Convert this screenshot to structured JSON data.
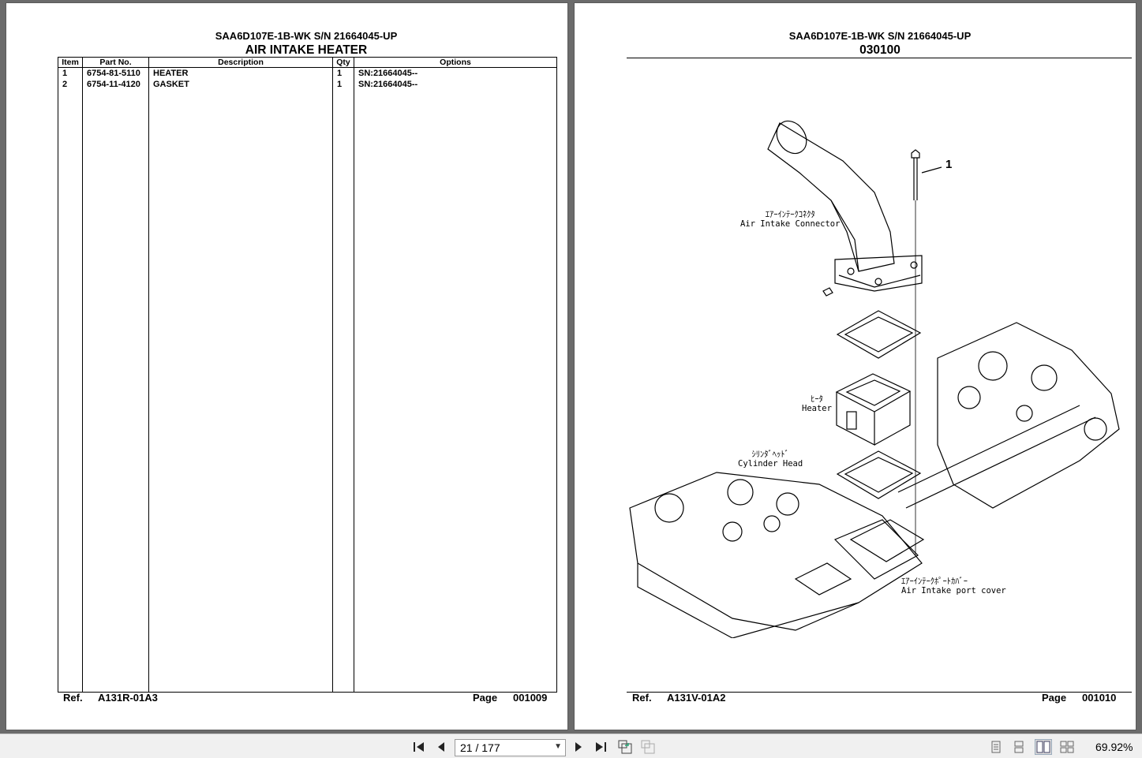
{
  "left_page": {
    "model": "SAA6D107E-1B-WK S/N 21664045-UP",
    "title": "AIR INTAKE HEATER",
    "columns": [
      "Item",
      "Part No.",
      "Description",
      "Qty",
      "Options"
    ],
    "rows": [
      {
        "item": "1",
        "part_no": "6754-81-5110",
        "description": "HEATER",
        "qty": "1",
        "options": "SN:21664045--"
      },
      {
        "item": "2",
        "part_no": "6754-11-4120",
        "description": "GASKET",
        "qty": "1",
        "options": "SN:21664045--"
      }
    ],
    "footer": {
      "ref_label": "Ref.",
      "ref": "A131R-01A3",
      "page_label": "Page",
      "page": "001009"
    }
  },
  "right_page": {
    "model": "SAA6D107E-1B-WK S/N 21664045-UP",
    "title": "030100",
    "callouts": {
      "item_number": "1",
      "connector_jp": "ｴｱｰｲﾝﾃｰｸｺﾈｸﾀ",
      "connector_en": "Air Intake Connector",
      "heater_jp": "ﾋｰﾀ",
      "heater_en": "Heater",
      "cylinder_jp": "ｼﾘﾝﾀﾞﾍｯﾄﾞ",
      "cylinder_en": "Cylinder Head",
      "portcover_jp": "ｴｱｰｲﾝﾃｰｸﾎﾟｰﾄｶﾊﾞｰ",
      "portcover_en": "Air Intake port cover"
    },
    "footer": {
      "ref_label": "Ref.",
      "ref": "A131V-01A2",
      "page_label": "Page",
      "page": "001010"
    }
  },
  "toolbar": {
    "page_indicator": "21 / 177",
    "zoom": "69.92%",
    "icons": [
      "first-page-icon",
      "previous-page-icon",
      "next-page-icon",
      "last-page-icon",
      "rotate-icon",
      "rotate-disabled-icon",
      "single-page-icon",
      "continuous-icon",
      "two-page-icon",
      "two-page-continuous-icon"
    ]
  }
}
